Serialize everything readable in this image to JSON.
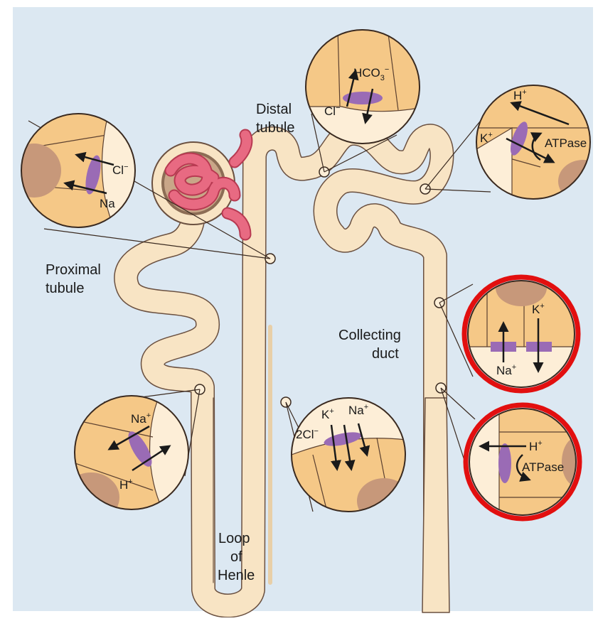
{
  "colors": {
    "background": "#dce8f2",
    "tubule_fill": "#f8e4c4",
    "tubule_stroke": "#6a5040",
    "cell_fill": "#f5c887",
    "lumen_fill": "#fdeed7",
    "nucleus": "#c7987a",
    "transporter": "#9a6bb5",
    "glomerulus": "#e35f76",
    "highlight_ring": "#e20f0f"
  },
  "labels": {
    "distal": [
      "Distal",
      "tubule"
    ],
    "proximal": [
      "Proximal",
      "tubule"
    ],
    "collecting": [
      "Collecting",
      "duct"
    ],
    "loop": [
      "Loop",
      "of",
      "Henle"
    ]
  },
  "insets": {
    "distal_top": {
      "ion1": "HCO",
      "ion1_sub": "3",
      "ion1_sup": "−",
      "ion2": "Cl",
      "ion2_sup": "−"
    },
    "distal_right": {
      "ion1": "H",
      "ion1_sup": "+",
      "ion2": "K",
      "ion2_sup": "+",
      "pump": "ATPase"
    },
    "proximal_top": {
      "ion1": "Cl",
      "ion1_sup": "−",
      "ion2": "Na"
    },
    "proximal_bottom": {
      "ion1": "Na",
      "ion1_sup": "+",
      "ion2": "H",
      "ion2_sup": "+"
    },
    "loop_ascending": {
      "ion1": "K",
      "ion1_sup": "+",
      "ion2": "Na",
      "ion2_sup": "+",
      "ion3": "2Cl",
      "ion3_sup": "−"
    },
    "collecting_upper": {
      "ion1": "K",
      "ion1_sup": "+",
      "ion2": "Na",
      "ion2_sup": "+"
    },
    "collecting_lower": {
      "ion1": "H",
      "ion1_sup": "+",
      "pump": "ATPase"
    }
  }
}
